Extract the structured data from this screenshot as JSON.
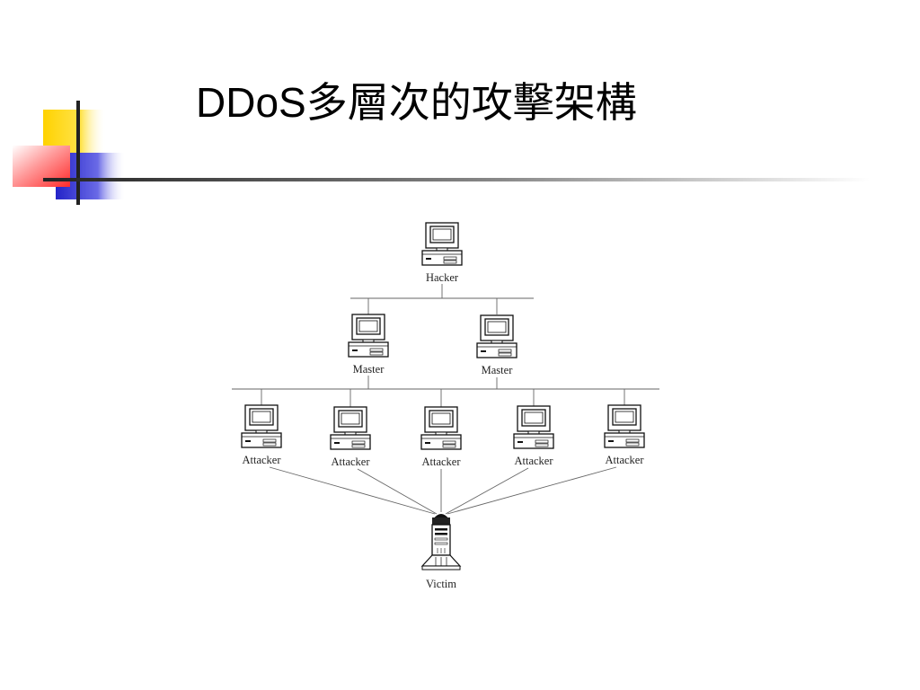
{
  "slide": {
    "title": "DDoS多層次的攻擊架構"
  },
  "diagram": {
    "hacker": {
      "label": "Hacker"
    },
    "masters": [
      {
        "label": "Master"
      },
      {
        "label": "Master"
      }
    ],
    "attackers": [
      {
        "label": "Attacker"
      },
      {
        "label": "Attacker"
      },
      {
        "label": "Attacker"
      },
      {
        "label": "Attacker"
      },
      {
        "label": "Attacker"
      }
    ],
    "victim": {
      "label": "Victim"
    }
  },
  "colors": {
    "accent_yellow": "#ffd700",
    "accent_red": "#ff3b3b",
    "accent_blue": "#2b2bd6",
    "rule_line": "#333333"
  }
}
